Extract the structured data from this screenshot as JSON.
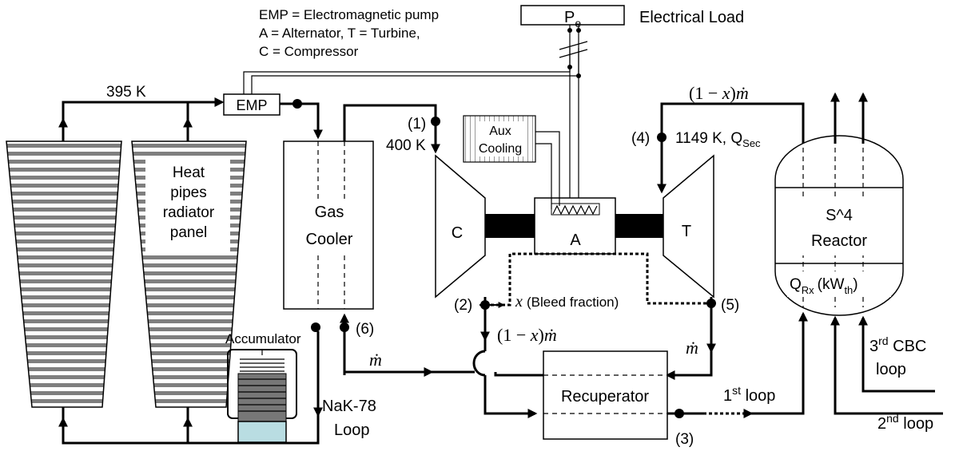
{
  "legend": {
    "line1": "EMP = Electromagnetic pump",
    "line2": "A = Alternator, T = Turbine,",
    "line3": "C = Compressor"
  },
  "load": {
    "symbol": "P",
    "subscript": "e",
    "label": "Electrical Load"
  },
  "radiator": {
    "temp": "395 K",
    "panel_line1": "Heat",
    "panel_line2": "pipes",
    "panel_line3": "radiator",
    "panel_line4": "panel"
  },
  "emp_label": "EMP",
  "gas_cooler": {
    "line1": "Gas",
    "line2": "Cooler"
  },
  "compressor": "C",
  "alternator": "A",
  "turbine": "T",
  "aux_cooling": {
    "line1": "Aux",
    "line2": "Cooling"
  },
  "states": {
    "s1": "(1)",
    "s1_temp": "400 K",
    "s2": "(2)",
    "s3": "(3)",
    "s4": "(4)",
    "s4_temp": "1149 K, Q",
    "s4_sub": "Sec",
    "s5": "(5)",
    "s6": "(6)"
  },
  "flows": {
    "top_left": "(1",
    "top_x": "x",
    "top_right": ")",
    "mdot": "ṁ",
    "mid_left": "(1",
    "bleed_x": "x",
    "bleed_text": "(Bleed fraction)",
    "mdot_right": "ṁ",
    "mdot_bottom": "ṁ"
  },
  "reactor": {
    "line1": "S^4",
    "line2": "Reactor",
    "q_label": "Q",
    "q_sub": "Rx",
    "q_unit_open": "(kW",
    "q_unit_sub": "th",
    "q_unit_close": ")"
  },
  "recuperator": "Recuperator",
  "accumulator": "Accumulator",
  "nak": {
    "line1": "NaK-78",
    "line2": "Loop"
  },
  "loops": {
    "first_num": "1",
    "first_sup": "st",
    "first_text": " loop",
    "second_num": "2",
    "second_sup": "nd",
    "second_text": " loop",
    "third_num": "3",
    "third_sup": "rd",
    "third_text": " CBC",
    "third_line2": "loop"
  }
}
